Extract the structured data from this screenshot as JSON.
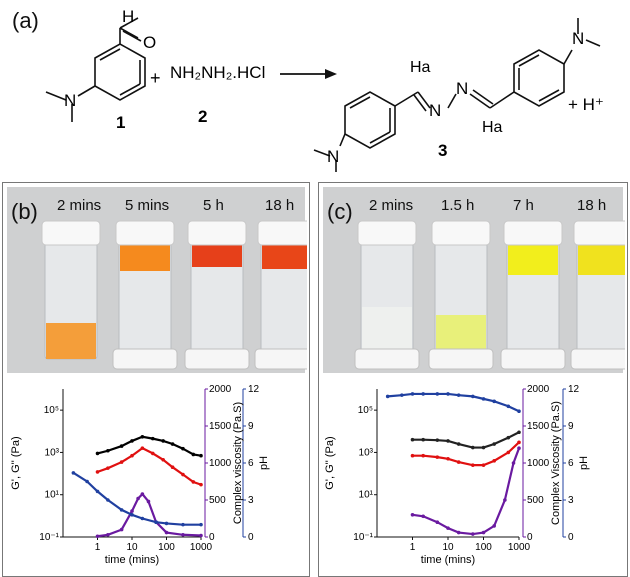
{
  "scheme": {
    "label": "(a)",
    "reactant1_number": "1",
    "reactant2_formula": "NH₂NH₂.HCl",
    "reactant2_number": "2",
    "product_number": "3",
    "plus": "+",
    "byproduct": "+ H⁺",
    "aldehyde_h": "H",
    "aldehyde_o": "O",
    "amine_n": "N",
    "azine_n": "N",
    "ha": "Ha"
  },
  "panel_b": {
    "label": "(b)",
    "times": [
      "2 mins",
      "5 mins",
      "5 h",
      "18 h"
    ],
    "vial_colors": [
      "#f49e3a",
      "#f58a1e",
      "#e6401a",
      "#e84618"
    ]
  },
  "panel_c": {
    "label": "(c)",
    "times": [
      "2 mins",
      "1.5 h",
      "7 h",
      "18 h"
    ],
    "vial_colors": [
      "#eef0ee",
      "#e8f07a",
      "#f2ee1c",
      "#f0e21e"
    ]
  },
  "chart_data": [
    {
      "type": "scatter",
      "panel": "b",
      "xlabel": "time (mins)",
      "ylabel": "G', G'' (Pa)",
      "y2label": "Complex viscosity (Pa.S)",
      "y3label": "pH",
      "xscale": "log",
      "xlim": [
        0.1,
        1000
      ],
      "yscale": "log",
      "ylim": [
        0.1,
        1000000
      ],
      "y2lim": [
        0,
        2000
      ],
      "y3lim": [
        0,
        12
      ],
      "xticks": [
        "1",
        "10",
        "100",
        "1000"
      ],
      "yticks": [
        "10⁻¹",
        "10¹",
        "10³",
        "10⁵"
      ],
      "y2ticks": [
        "0",
        "500",
        "1000",
        "1500",
        "2000"
      ],
      "y3ticks": [
        "0",
        "3",
        "6",
        "9",
        "12"
      ],
      "colors": {
        "G_prime": "#000000",
        "G_dprime": "#e01010",
        "viscosity": "#6a1aa0",
        "pH": "#2040a0"
      },
      "series": [
        {
          "axis": "y",
          "color_key": "G_prime",
          "x": [
            1,
            2,
            5,
            10,
            20,
            40,
            80,
            150,
            300,
            600,
            1000
          ],
          "values": [
            900,
            1200,
            2000,
            3500,
            5500,
            4500,
            3500,
            2500,
            1500,
            800,
            700
          ]
        },
        {
          "axis": "y",
          "color_key": "G_dprime",
          "x": [
            1,
            2,
            5,
            10,
            20,
            40,
            80,
            150,
            300,
            600,
            1000
          ],
          "values": [
            120,
            180,
            350,
            700,
            1600,
            900,
            450,
            200,
            90,
            40,
            30
          ]
        },
        {
          "axis": "y2",
          "color_key": "viscosity",
          "x": [
            1,
            2,
            5,
            10,
            15,
            20,
            30,
            50,
            100,
            300,
            1000
          ],
          "values": [
            10,
            30,
            100,
            350,
            520,
            580,
            480,
            200,
            60,
            30,
            20
          ]
        },
        {
          "axis": "y3",
          "color_key": "pH",
          "x": [
            0.2,
            0.5,
            1,
            2,
            5,
            10,
            20,
            50,
            100,
            300,
            1000
          ],
          "values": [
            5.2,
            4.5,
            3.7,
            3.0,
            2.2,
            1.8,
            1.5,
            1.2,
            1.1,
            1.0,
            1.0
          ]
        }
      ]
    },
    {
      "type": "scatter",
      "panel": "c",
      "xlabel": "time (mins)",
      "ylabel": "G', G'' (Pa)",
      "y2label": "Complex Viscosity (Pa.S)",
      "y3label": "pH",
      "xscale": "log",
      "xlim": [
        0.1,
        1000
      ],
      "yscale": "log",
      "ylim": [
        0.1,
        1000000
      ],
      "y2lim": [
        0,
        2000
      ],
      "y3lim": [
        0,
        12
      ],
      "xticks": [
        "1",
        "10",
        "100",
        "1000"
      ],
      "yticks": [
        "10⁻¹",
        "10¹",
        "10³",
        "10⁵"
      ],
      "y2ticks": [
        "0",
        "500",
        "1000",
        "1500",
        "2000"
      ],
      "y3ticks": [
        "0",
        "3",
        "6",
        "9",
        "12"
      ],
      "colors": {
        "G_prime": "#222222",
        "G_dprime": "#e01010",
        "viscosity": "#6a1aa0",
        "pH": "#2040a0"
      },
      "series": [
        {
          "axis": "y",
          "color_key": "G_prime",
          "x": [
            1,
            2,
            5,
            10,
            20,
            50,
            100,
            200,
            500,
            1000
          ],
          "values": [
            4000,
            4000,
            3800,
            3500,
            2500,
            1700,
            1700,
            2500,
            5000,
            9000
          ]
        },
        {
          "axis": "y",
          "color_key": "G_dprime",
          "x": [
            1,
            2,
            5,
            10,
            20,
            50,
            100,
            200,
            500,
            1000
          ],
          "values": [
            700,
            700,
            600,
            500,
            350,
            250,
            250,
            400,
            1000,
            3000
          ]
        },
        {
          "axis": "y2",
          "color_key": "viscosity",
          "x": [
            1,
            2,
            5,
            10,
            20,
            50,
            100,
            200,
            400,
            700,
            1000
          ],
          "values": [
            300,
            280,
            200,
            120,
            60,
            40,
            60,
            150,
            500,
            1000,
            1200
          ]
        },
        {
          "axis": "y3",
          "color_key": "pH",
          "x": [
            0.2,
            0.5,
            1,
            2,
            5,
            10,
            20,
            50,
            100,
            200,
            500,
            1000
          ],
          "values": [
            11.4,
            11.5,
            11.6,
            11.6,
            11.6,
            11.6,
            11.5,
            11.4,
            11.2,
            11.0,
            10.6,
            10.2
          ]
        }
      ]
    }
  ]
}
